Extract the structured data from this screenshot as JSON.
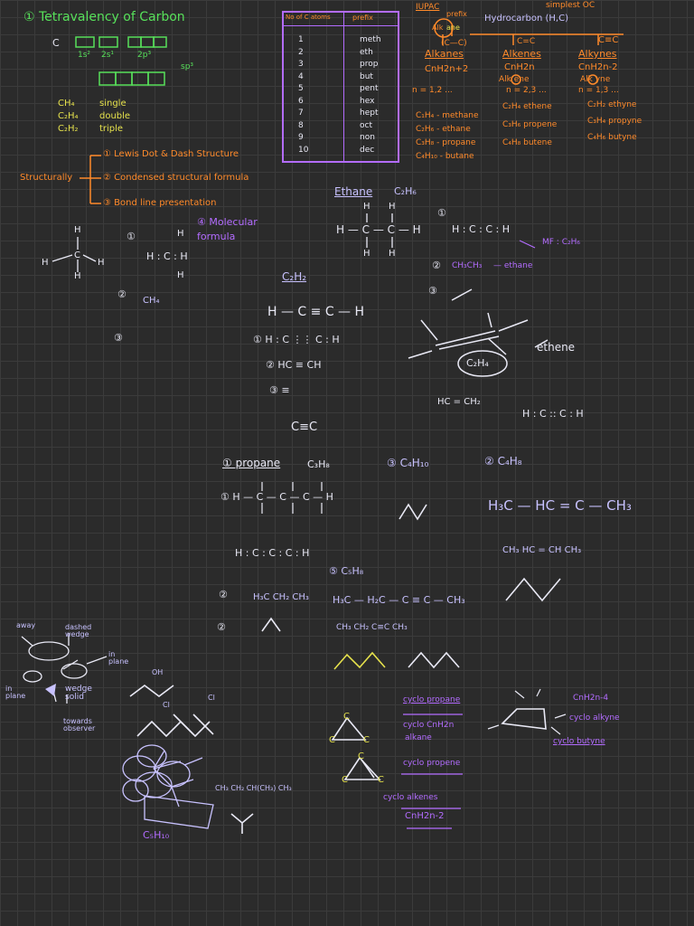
{
  "tetra": {
    "title": "① Tetravalency of Carbon",
    "c": "C",
    "orb1": "1s²",
    "orb2": "2s¹",
    "orb3": "2p³",
    "sp3": "sp³",
    "rows": [
      {
        "f": "CH₄",
        "b": "single"
      },
      {
        "f": "C₂H₄",
        "b": "double"
      },
      {
        "f": "C₂H₂",
        "b": "triple"
      }
    ],
    "structurally": "Structurally",
    "s1": "① Lewis Dot & Dash Structure",
    "s2": "② Condensed structural formula",
    "s3": "③ Bond line presentation",
    "s4": "④ Molecular formula"
  },
  "prefix_table": {
    "col1": "No of C atoms",
    "col2": "prefix",
    "rows": [
      {
        "n": "1",
        "p": "meth"
      },
      {
        "n": "2",
        "p": "eth"
      },
      {
        "n": "3",
        "p": "prop"
      },
      {
        "n": "4",
        "p": "but"
      },
      {
        "n": "5",
        "p": "pent"
      },
      {
        "n": "6",
        "p": "hex"
      },
      {
        "n": "7",
        "p": "hept"
      },
      {
        "n": "8",
        "p": "oct"
      },
      {
        "n": "9",
        "p": "non"
      },
      {
        "n": "10",
        "p": "dec"
      }
    ]
  },
  "iupac": {
    "iupac": "IUPAC",
    "prefix": "prefix",
    "simplest": "simplest OC",
    "hydro": "Hydrocarbon (H,C)",
    "alk": "Alk",
    "ane": "ane",
    "single": "(C—C)",
    "double": "C=C",
    "triple": "C≡C",
    "alkane": "Alkanes",
    "alkene": "Alkenes",
    "alkyne": "Alkynes",
    "f_alkane": "CnH2n+2",
    "f_alkene": "CnH2n",
    "f_alkyne": "CnH2n-2",
    "alkene_s": "Alk ene",
    "alkyne_s": "Alk yne",
    "n1": "n = 1,2 ...",
    "n2": "n = 2,3 ...",
    "n3": "n = 1,3 ...",
    "alkanes": [
      "C₁H₄ - methane",
      "C₂H₆ - ethane",
      "C₃H₈ - propane",
      "C₄H₁₀ - butane"
    ],
    "alkenes": [
      "C₂H₄ ethene",
      "C₃H₆ propene",
      "C₄H₈ butene"
    ],
    "alkynes": [
      "C₂H₂ ethyne",
      "C₃H₄ propyne",
      "C₄H₆ butyne"
    ]
  },
  "methane": {
    "h": "H",
    "c": "C",
    "lewis": "H : C : H",
    "ch4": "CH₄",
    "n2": "②",
    "n3": "③",
    "n1": "①"
  },
  "ethane": {
    "title": "Ethane",
    "formula": "C₂H₆",
    "chain": "H — C — C — H",
    "dots": "H : C : C : H",
    "mf": "MF : C₂H₆",
    "cond": "CH₃CH₃",
    "ethane_lbl": "— ethane"
  },
  "ethyne": {
    "title": "C₂H₂",
    "chain": "H — C ≡ C — H",
    "dot": "① H : C ⋮⋮ C : H",
    "cond": "② HC ≡ CH",
    "bl": "③ ≡",
    "ccc": "C≡C"
  },
  "ethene": {
    "c2h4": "C₂H₄",
    "ethene": "ethene",
    "cond": "HC = CH₂",
    "dot": "H : C  ::  C : H",
    "n3": "③"
  },
  "propane": {
    "title": "① propane",
    "formula": "C₃H₈",
    "chain": "① H — C — C — C — H",
    "dots": "H : C : C : C : H",
    "cond": "H₃C CH₂ CH₃",
    "n2": "②"
  },
  "butane": {
    "title": "③ C₄H₁₀"
  },
  "butene": {
    "title": "② C₄H₈",
    "struct": "H₃C — HC = C — CH₃",
    "cond": "CH₃ HC = CH CH₃"
  },
  "pentyne": {
    "title": "⑤ C₅H₈",
    "struct": "H₃C — H₂C — C ≡ C — CH₃",
    "cond": "CH₃ CH₂ C≡C CH₃"
  },
  "wedge": {
    "away": "away",
    "dashed": "dashed wedge",
    "inplane": "in plane",
    "inpl2": "in plane",
    "wedge_solid": "wedge solid",
    "towards": "towards observer"
  },
  "misc": {
    "oh": "OH",
    "cl": "Cl",
    "cl2": "Cl",
    "branch": "CH₃ CH₂ CH(CH₃) CH₃",
    "c5h10": "C₅H₁₀",
    "n2a": "②"
  },
  "cyclo": {
    "cyclopropane": "cyclo propane",
    "cyclo_cnh2n": "cyclo CnH2n",
    "alkane": "alkane",
    "cyclopropene": "cyclo propene",
    "cycloalkenes": "cyclo alkenes",
    "f_cycloalkene": "CnH2n-2",
    "cnh2n4": "CnH2n-4",
    "cycloalkyne": "cyclo alkyne",
    "cyclobutyne": "cyclo butyne"
  }
}
